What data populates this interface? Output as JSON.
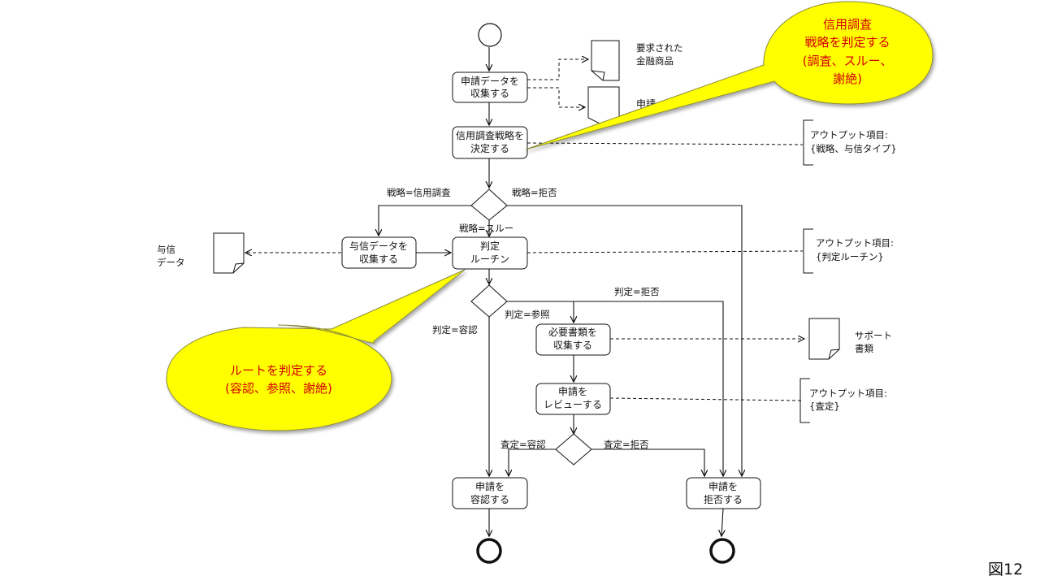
{
  "figure_label": "図12",
  "activities": {
    "collect_app": [
      "申請データを",
      "収集する"
    ],
    "decide_strategy": [
      "信用調査戦略を",
      "決定する"
    ],
    "collect_credit": [
      "与信データを",
      "収集する"
    ],
    "judge_routine": [
      "判定",
      "ルーチン"
    ],
    "collect_docs": [
      "必要書類を",
      "収集する"
    ],
    "review_app": [
      "申請を",
      "レビューする"
    ],
    "approve_app": [
      "申請を",
      "容認する"
    ],
    "reject_app": [
      "申請を",
      "拒否する"
    ]
  },
  "documents": {
    "requested_product": [
      "要求された",
      "金融商品"
    ],
    "application_hidden": "申請",
    "credit_data": [
      "与信",
      "データ"
    ],
    "support_docs": [
      "サポート",
      "書類"
    ]
  },
  "outputs": {
    "strategy": [
      "アウトプット項目:",
      "{戦略、与信タイプ}"
    ],
    "routine": [
      "アウトプット項目:",
      "{判定ルーチン}"
    ],
    "assessment": [
      "アウトプット項目:",
      "{査定}"
    ]
  },
  "guards": {
    "strategy_credit": "戦略=信用調査",
    "strategy_reject": "戦略=拒否",
    "strategy_through": "戦略=スルー",
    "judge_reject": "判定=拒否",
    "judge_refer": "判定=参照",
    "judge_approve": "判定=容認",
    "assess_approve": "査定=容認",
    "assess_reject": "査定=拒否"
  },
  "callouts": {
    "strategy": [
      "信用調査",
      "戦略を判定する",
      "(調査、スルー、",
      "謝絶)"
    ],
    "route": [
      "ルートを判定する",
      "(容認、参照、謝絶)"
    ]
  },
  "colors": {
    "callout_fill": "#ffff00",
    "callout_text": "#d40000",
    "line": "#111111"
  }
}
